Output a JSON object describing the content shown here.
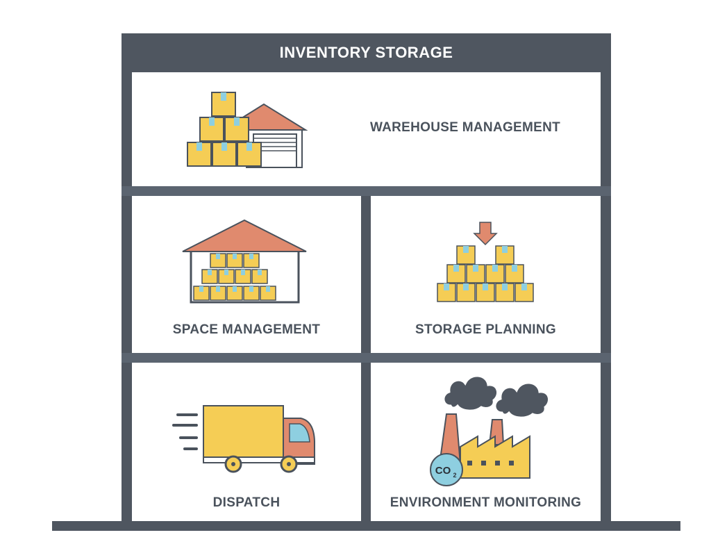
{
  "header": {
    "title": "INVENTORY STORAGE"
  },
  "cells": [
    {
      "id": "warehouse-management",
      "label": "WAREHOUSE MANAGEMENT",
      "icon": "warehouse-boxes-icon"
    },
    {
      "id": "space-management",
      "label": "SPACE MANAGEMENT",
      "icon": "house-boxes-icon"
    },
    {
      "id": "storage-planning",
      "label": "STORAGE PLANNING",
      "icon": "box-pyramid-arrow-icon"
    },
    {
      "id": "dispatch",
      "label": "DISPATCH",
      "icon": "delivery-truck-icon"
    },
    {
      "id": "environment-monitoring",
      "label": "ENVIRONMENT MONITORING",
      "icon": "factory-co2-icon",
      "co2_text": "CO",
      "co2_sub": "2"
    }
  ],
  "colors": {
    "frame": "#4f5660",
    "box": "#f5cd55",
    "tape": "#8ecfe0",
    "roof": "#e08a6e",
    "outline": "#4a525c"
  }
}
